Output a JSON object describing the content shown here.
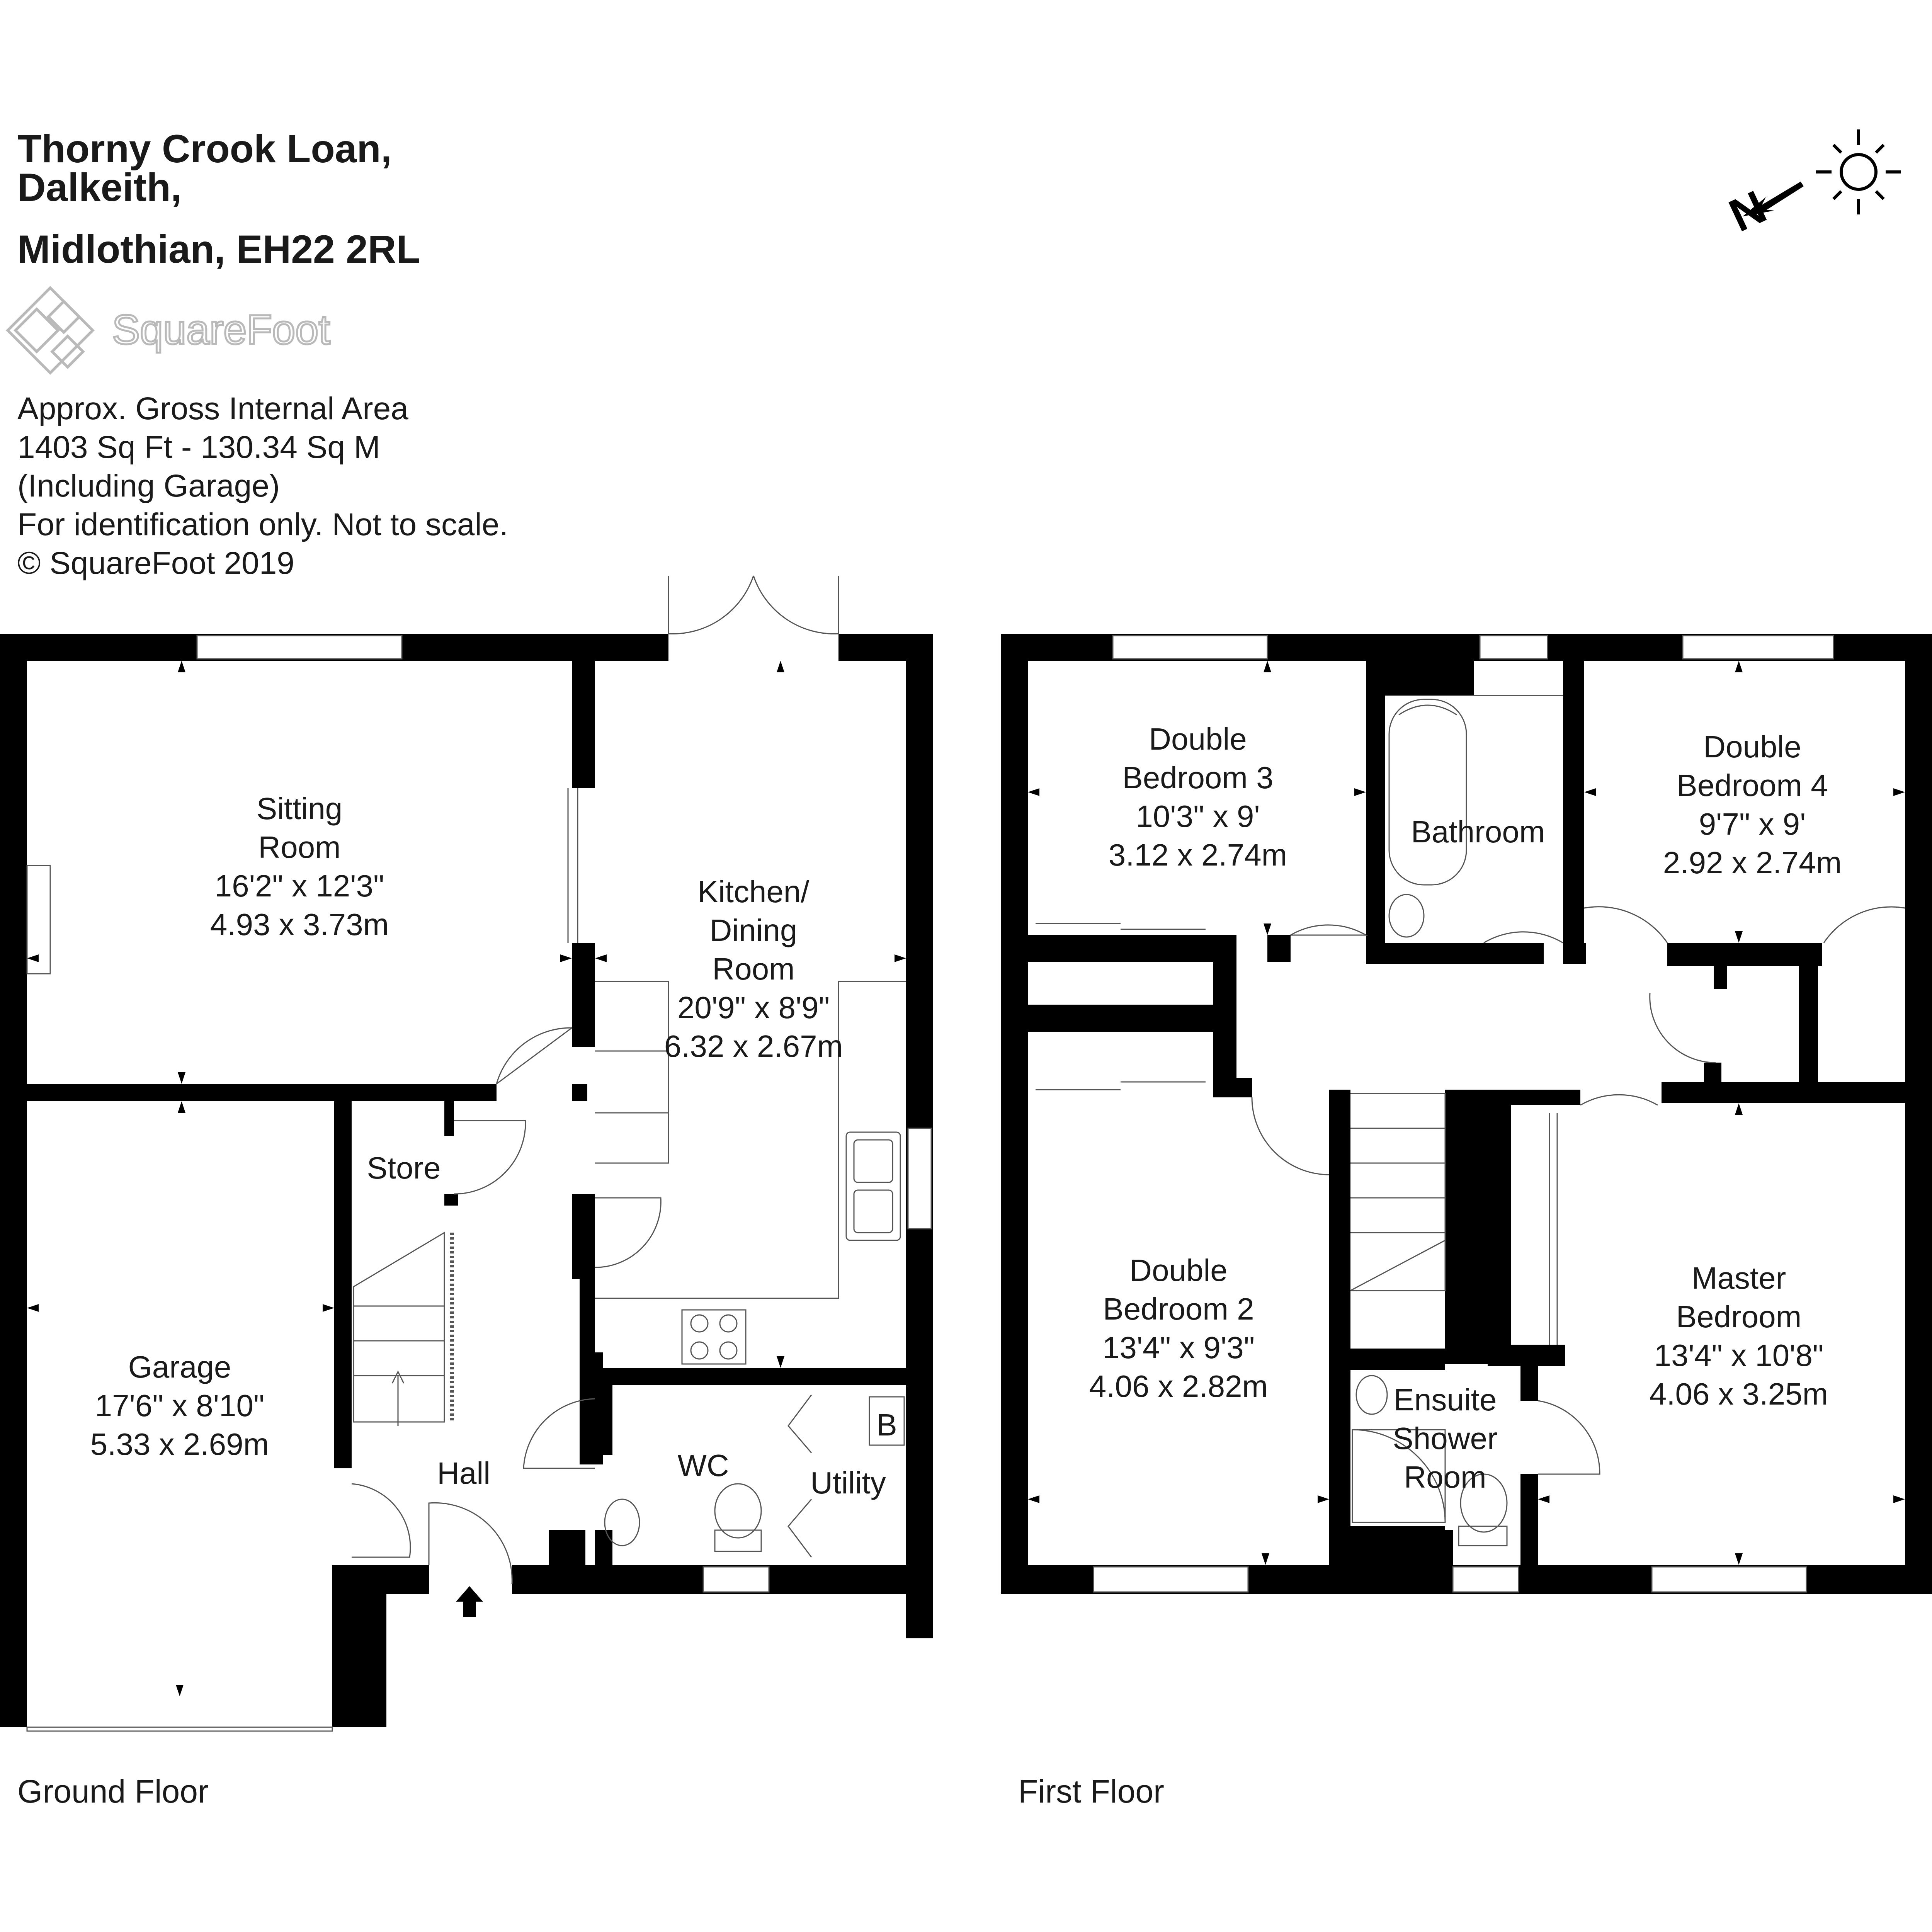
{
  "header": {
    "address_lines": [
      "Thorny Crook Loan,",
      "Dalkeith,",
      "Midlothian, EH22 2RL"
    ]
  },
  "logo": {
    "text": "SquareFoot",
    "icon": "squarefoot-logo-icon"
  },
  "info_lines": [
    "Approx. Gross Internal Area",
    "1403 Sq Ft  -  130.34 Sq M",
    "(Including Garage)",
    "For identification only. Not to scale.",
    "© SquareFoot 2019"
  ],
  "compass": {
    "label": "N",
    "icons": [
      "north-arrow-icon",
      "sun-icon"
    ]
  },
  "floors": {
    "ground": {
      "label": "Ground Floor",
      "rooms": {
        "sitting": {
          "lines": [
            "Sitting",
            "Room",
            "16'2\" x 12'3\"",
            "4.93 x 3.73m"
          ]
        },
        "kitchen": {
          "lines": [
            "Kitchen/",
            "Dining",
            "Room",
            "20'9\" x 8'9\"",
            "6.32 x 2.67m"
          ]
        },
        "garage": {
          "lines": [
            "Garage",
            "17'6\" x 8'10\"",
            "5.33 x 2.69m"
          ]
        },
        "store": {
          "lines": [
            "Store"
          ]
        },
        "hall": {
          "lines": [
            "Hall"
          ]
        },
        "wc": {
          "lines": [
            "WC"
          ]
        },
        "utility": {
          "lines": [
            "Utility"
          ]
        },
        "boiler": {
          "lines": [
            "B"
          ]
        }
      }
    },
    "first": {
      "label": "First Floor",
      "rooms": {
        "bed3": {
          "lines": [
            "Double",
            "Bedroom 3",
            "10'3\" x 9'",
            "3.12 x 2.74m"
          ]
        },
        "bathroom": {
          "lines": [
            "Bathroom"
          ]
        },
        "bed4": {
          "lines": [
            "Double",
            "Bedroom 4",
            "9'7\" x 9'",
            "2.92 x 2.74m"
          ]
        },
        "bed2": {
          "lines": [
            "Double",
            "Bedroom 2",
            "13'4\" x 9'3\"",
            "4.06 x 2.82m"
          ]
        },
        "master": {
          "lines": [
            "Master",
            "Bedroom",
            "13'4\" x 10'8\"",
            "4.06 x 3.25m"
          ]
        },
        "ensuite": {
          "lines": [
            "Ensuite",
            "Shower",
            "Room"
          ]
        }
      }
    }
  },
  "colors": {
    "wall": "#000000",
    "fixture": "#555555",
    "logo_outline": "#b9b9b9",
    "background": "#ffffff"
  }
}
